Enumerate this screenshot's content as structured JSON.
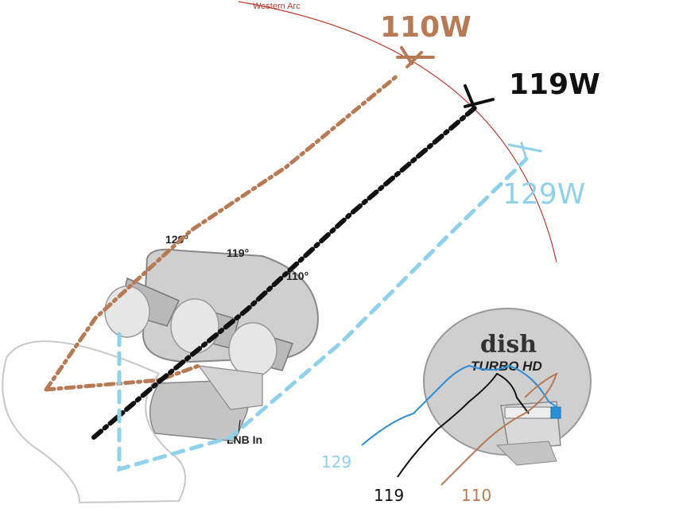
{
  "diagram": {
    "arc_label": "Western Arc",
    "satellites": {
      "s110": "110W",
      "s119": "119W",
      "s129": "129W"
    },
    "lnb_labels": {
      "l129": "129°",
      "l119": "119°",
      "l110": "110°",
      "lnb_in": "LNB In"
    },
    "dish_brand": "dish",
    "dish_model": "TURBO HD",
    "cable_labels": {
      "c129": "129",
      "c119": "119",
      "c110": "110"
    },
    "colors": {
      "arc": "#c0392b",
      "sat_110": "#b87a55",
      "sat_119": "#111111",
      "sat_129": "#8fd1ea",
      "dish_body": "#cfcfcf"
    }
  }
}
